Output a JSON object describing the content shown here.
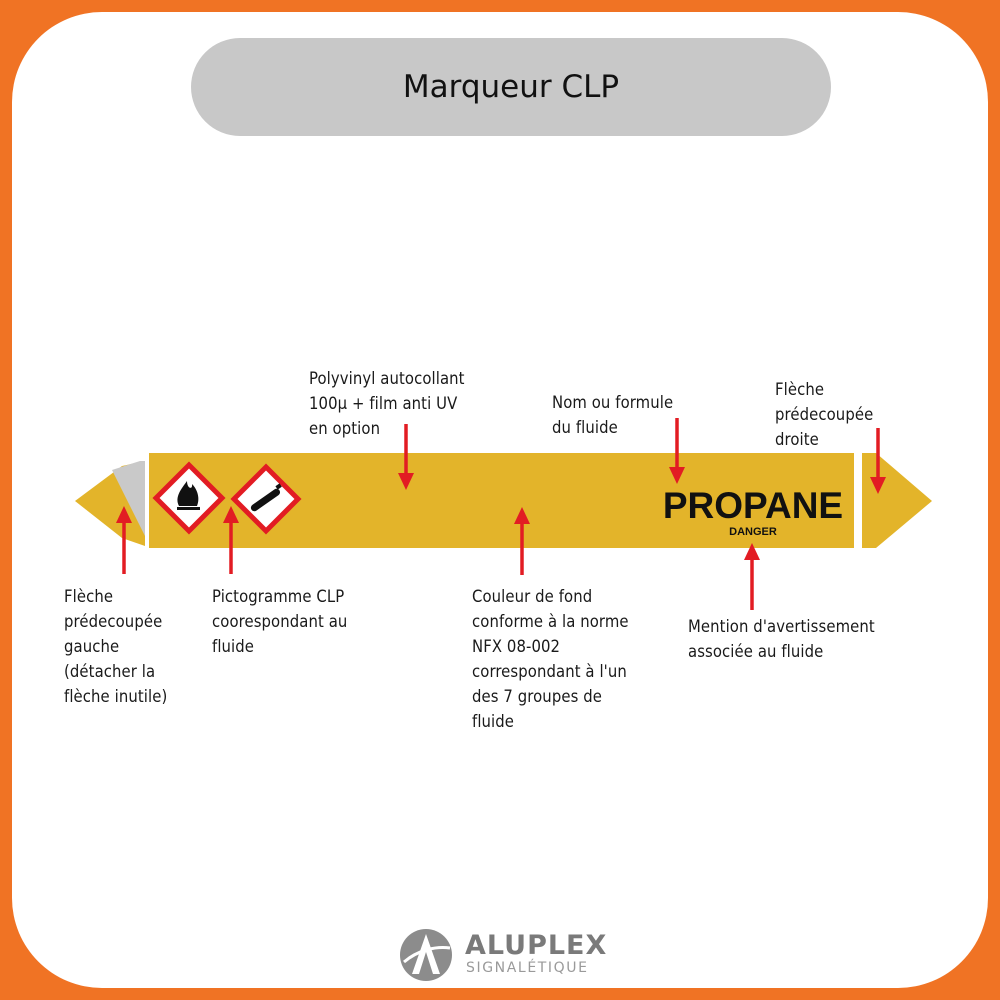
{
  "title": "Marqueur CLP",
  "colors": {
    "background": "#F07324",
    "marker_fill": "#E3B42A",
    "arrow_red": "#E21C23",
    "pill": "#C8C8C8"
  },
  "marker": {
    "product_name": "PROPANE",
    "warning": "DANGER",
    "pictograms": [
      "flame-ghs-icon",
      "gas-cylinder-ghs-icon"
    ]
  },
  "labels": {
    "polyvinyl": "Polyvinyl autocollant\n100µ + film anti UV\nen option",
    "nom_fluide": "Nom ou formule\ndu fluide",
    "fleche_droite": "Flèche\nprédecoupée\ndroite",
    "fleche_gauche": "Flèche\nprédecoupée\ngauche\n(détacher la\nflèche inutile)",
    "pictogramme": "Pictogramme CLP\ncoorespondant au\nfluide",
    "couleur_fond": "Couleur de fond\nconforme à la norme\nNFX 08-002\ncorrespondant à l'un\ndes 7 groupes de\nfluide",
    "mention": "Mention d'avertissement\nassociée au fluide"
  },
  "logo": {
    "name": "ALUPLEX",
    "tagline": "SIGNALÉTIQUE"
  }
}
